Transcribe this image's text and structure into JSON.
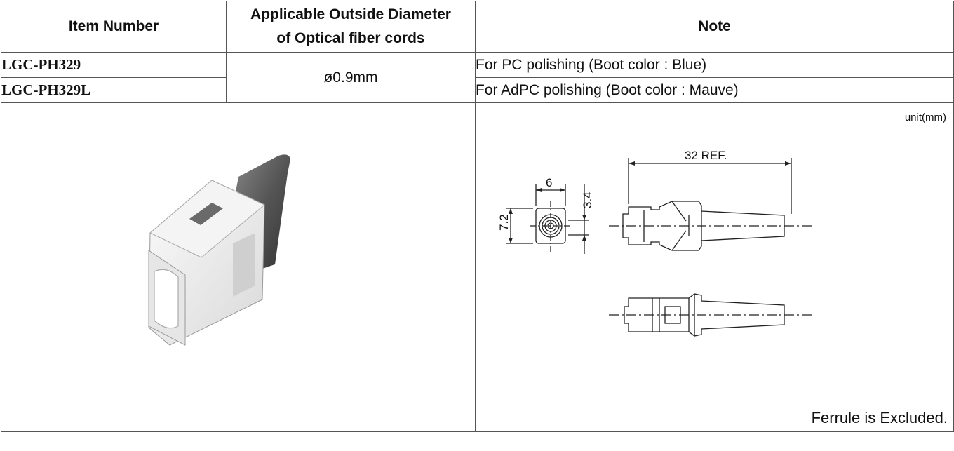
{
  "table": {
    "headers": {
      "item_number": "Item Number",
      "diameter_line1": "Applicable Outside Diameter",
      "diameter_line2": "of Optical fiber cords",
      "note": "Note"
    },
    "rows": [
      {
        "item_number": "LGC-PH329",
        "note": "For PC polishing (Boot color : Blue)"
      },
      {
        "item_number": "LGC-PH329L",
        "note": "For AdPC polishing (Boot color : Mauve)"
      }
    ],
    "diameter": "ø0.9mm"
  },
  "drawing": {
    "unit": "unit(mm)",
    "dim_width": "6",
    "dim_height": "7.2",
    "dim_offset": "3.4",
    "dim_length": "32 REF.",
    "footnote": "Ferrule is Excluded."
  }
}
